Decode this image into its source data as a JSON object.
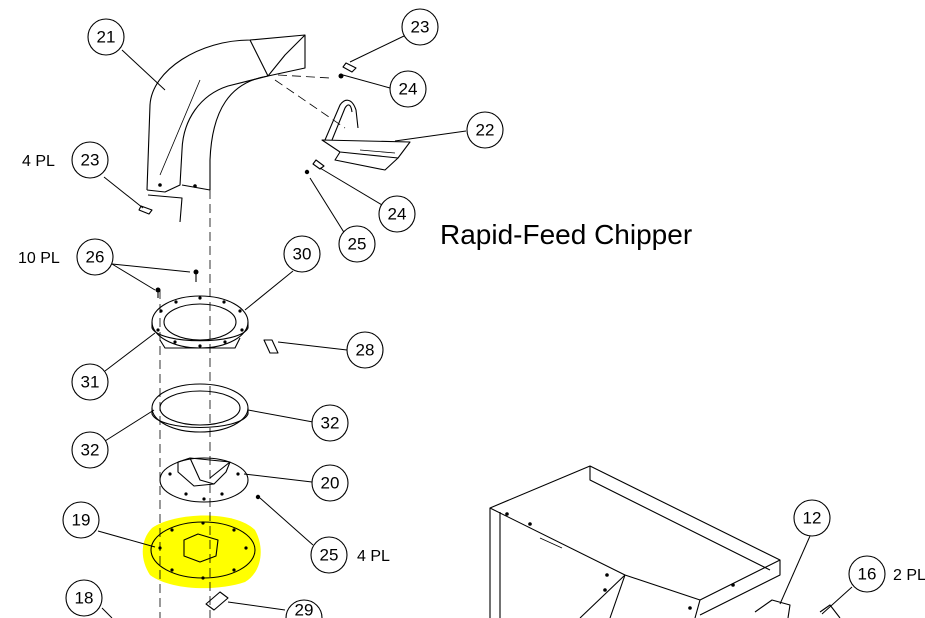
{
  "title": "Rapid-Feed Chipper",
  "highlight_color": "#ffff00",
  "callouts": [
    {
      "id": "c21",
      "label": "21"
    },
    {
      "id": "c23a",
      "label": "23"
    },
    {
      "id": "c24a",
      "label": "24"
    },
    {
      "id": "c22",
      "label": "22"
    },
    {
      "id": "c23b",
      "label": "23"
    },
    {
      "id": "c24b",
      "label": "24"
    },
    {
      "id": "c25a",
      "label": "25"
    },
    {
      "id": "c26",
      "label": "26"
    },
    {
      "id": "c30",
      "label": "30"
    },
    {
      "id": "c28",
      "label": "28"
    },
    {
      "id": "c31",
      "label": "31"
    },
    {
      "id": "c32a",
      "label": "32"
    },
    {
      "id": "c32b",
      "label": "32"
    },
    {
      "id": "c20",
      "label": "20"
    },
    {
      "id": "c19",
      "label": "19"
    },
    {
      "id": "c25b",
      "label": "25"
    },
    {
      "id": "c18",
      "label": "18"
    },
    {
      "id": "c29",
      "label": "29"
    },
    {
      "id": "c12",
      "label": "12"
    },
    {
      "id": "c16",
      "label": "16"
    }
  ],
  "quantity_notes": {
    "q23": "4 PL",
    "q26": "10 PL",
    "q25": "4 PL",
    "q16": "2 PL"
  }
}
